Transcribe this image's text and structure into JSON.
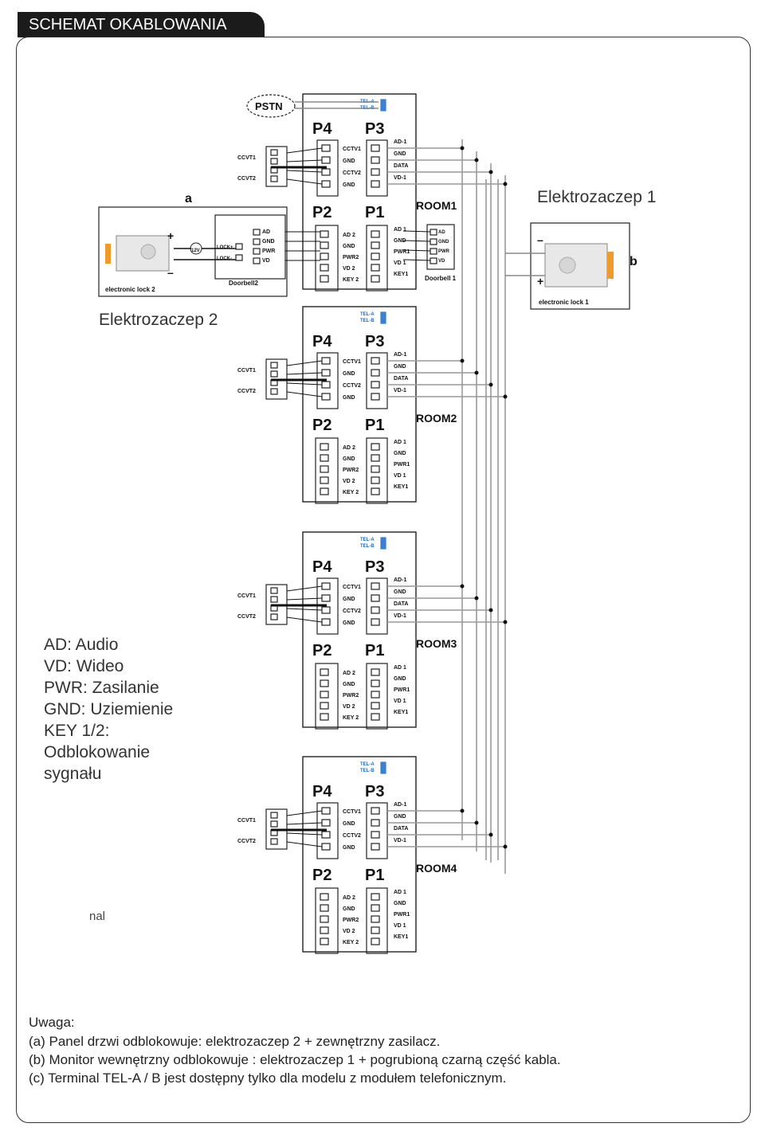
{
  "header": {
    "title": "SCHEMAT OKABLOWANIA"
  },
  "labels": {
    "lock1_title": "Elektrozaczep 1",
    "lock2_title": "Elektrozaczep 2",
    "marker_a": "a",
    "marker_b": "b",
    "fragment": "nal"
  },
  "legend": [
    "AD: Audio",
    "VD: Wideo",
    "PWR: Zasilanie",
    "GND: Uziemienie",
    "KEY 1/2:",
    "Odblokowanie",
    "sygnału"
  ],
  "notes": {
    "title": "Uwaga:",
    "lines": [
      "(a) Panel drzwi odblokowuje: elektrozaczep 2 + zewnętrzny zasilacz.",
      "(b) Monitor wewnętrzny odblokowuje : elektrozaczep 1 + pogrubioną czarną część kabla.",
      "(c) Terminal TEL-A / B jest dostępny tylko dla modelu z modułem telefonicznym."
    ]
  },
  "diagram": {
    "pstn": "PSTN",
    "tel_a": "TEL-A",
    "tel_b": "TEL-B",
    "ccvt1": "CCVT1",
    "ccvt2": "CCVT2",
    "p1": "P1",
    "p2": "P2",
    "p3": "P3",
    "p4": "P4",
    "p4_pins": [
      "CCTV1",
      "GND",
      "CCTV2",
      "GND"
    ],
    "p3_pins": [
      "AD-1",
      "GND",
      "DATA",
      "VD-1"
    ],
    "p2_pins": [
      "AD 2",
      "GND",
      "PWR2",
      "VD 2",
      "KEY 2"
    ],
    "p1_pins": [
      "AD 1",
      "GND",
      "PWR1",
      "VD 1",
      "KEY1"
    ],
    "rooms": [
      "ROOM1",
      "ROOM2",
      "ROOM3",
      "ROOM4"
    ],
    "doorbell1": "Doorbell 1",
    "doorbell2": "Doorbell2",
    "db_pins": [
      "AD",
      "GND",
      "PWR",
      "VD"
    ],
    "lock_label_1": "electronic lock 1",
    "lock_label_2": "electronic lock 2",
    "lock_pins": [
      "LOCK+",
      "LOCK-"
    ],
    "plus": "+",
    "minus": "–",
    "twelve_v": "12V"
  }
}
